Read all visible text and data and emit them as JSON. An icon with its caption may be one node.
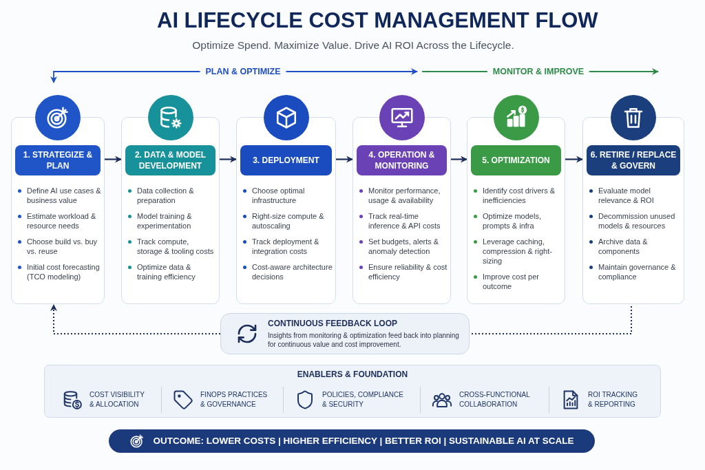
{
  "diagram": {
    "title": "AI LIFECYCLE COST MANAGEMENT FLOW",
    "nodes": [
      {
        "text": [
          "1. STRATEGIZE & PLAN",
          "Define AI use cases & business value",
          "Estimate workload & resource needs",
          "Choose build vs. buy vs. reuse",
          "Initial cost forecasting (TCO modeling)"
        ]
      },
      {
        "text": [
          "2. DATA & MODEL DEVELOPMENT",
          "Data collection & preparation",
          "Model training & experimentation",
          "Track compute, storage & tooling costs",
          "Optimize data & training efficiency"
        ]
      },
      {
        "text": [
          "3. DEPLOYMENT",
          "Choose optimal infrastructure",
          "Right-size compute & autoscaling",
          "Track deployment & integration costs",
          "Cost-aware architecture decisions"
        ]
      },
      {
        "text": [
          "4. OPERATION & MONITORING",
          "Monitor performance, usage & availability",
          "Track real-time inference & API costs",
          "Set budgets, alerts & anomaly detection",
          "Ensure reliability & cost efficiency"
        ]
      },
      {
        "text": [
          "5. OPTIMIZATION",
          "Identify cost drivers & inefficiencies",
          "Optimize models, prompts & infra",
          "Leverage caching, compression & right-sizing",
          "Improve cost per outcome"
        ]
      },
      {
        "text": [
          "6. RETIRE / REPLACE & GOVERN",
          "Evaluate model relevance & ROI",
          "Decommission unused models & resources",
          "Archive data & components",
          "Maintain governance & compliance"
        ]
      },
      {
        "text": [
          "CONTINUOUS FEEDBACK LOOP",
          "Insights from monitoring & optimization feed back into planning for continuous value and cost improvement."
        ]
      },
      {
        "text": [
          "ENABLERS & FOUNDATION",
          "COST VISIBILITY & ALLOCATION",
          "FINOPS PRACTICES & GOVERNANCE",
          "POLICIES, COMPLIANCE & SECURITY",
          "CROSS-FUNCTIONAL COLLABORATION",
          "ROI TRACKING & REPORTING"
        ]
      },
      {
        "text": [
          "OUTCOME: LOWER COSTS | HIGHER EFFICIENCY | BETTER ROI | SUSTAINABLE AI AT SCALE"
        ]
      }
    ],
    "edges": [
      {
        "from": 0,
        "to": 1,
        "arrow": "to"
      },
      {
        "from": 1,
        "to": 2,
        "arrow": "to"
      },
      {
        "from": 2,
        "to": 3,
        "arrow": "to"
      },
      {
        "from": 3,
        "to": 4,
        "arrow": "to"
      },
      {
        "from": 4,
        "to": 5,
        "arrow": "to"
      },
      {
        "from": 5,
        "to": 6,
        "arrow": "none",
        "style": "dashed"
      },
      {
        "from": 6,
        "to": 0,
        "arrow": "to",
        "style": "dashed"
      }
    ],
    "labels": [
      "Optimize Spend. Maximize Value. Drive AI ROI Across the Lifecycle.",
      "PLAN & OPTIMIZE",
      "MONITOR & IMPROVE"
    ]
  }
}
